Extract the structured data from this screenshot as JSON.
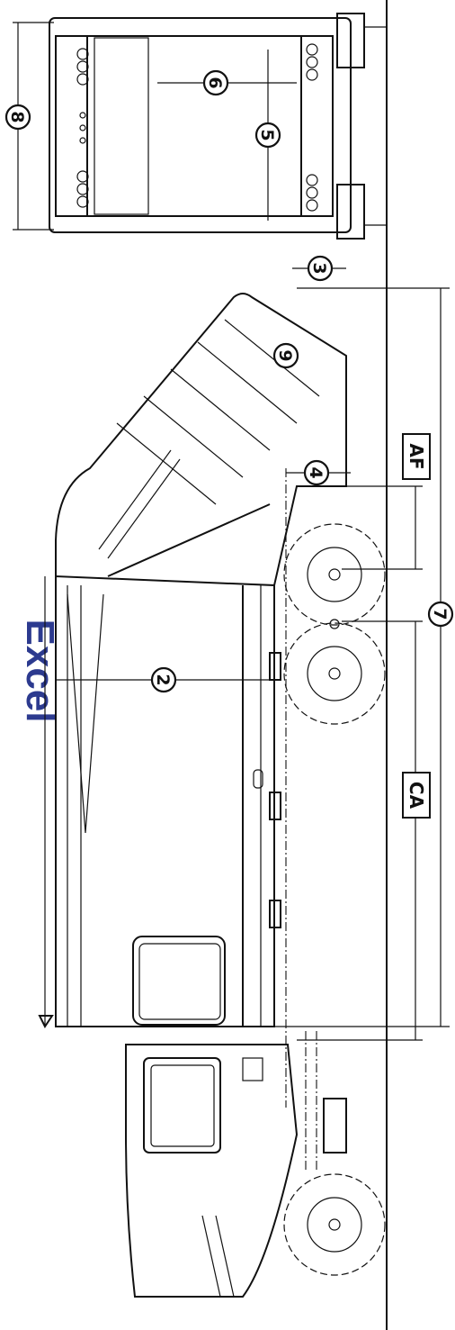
{
  "brand": {
    "text": "Excel",
    "color": "#2c3a8f"
  },
  "dimension_labels": {
    "d2": "2",
    "d3": "3",
    "d4": "4",
    "d5": "5",
    "d6": "6",
    "d7": "7",
    "d8": "8",
    "d9": "9"
  },
  "box_labels": {
    "ca": "CA",
    "af": "AF"
  }
}
